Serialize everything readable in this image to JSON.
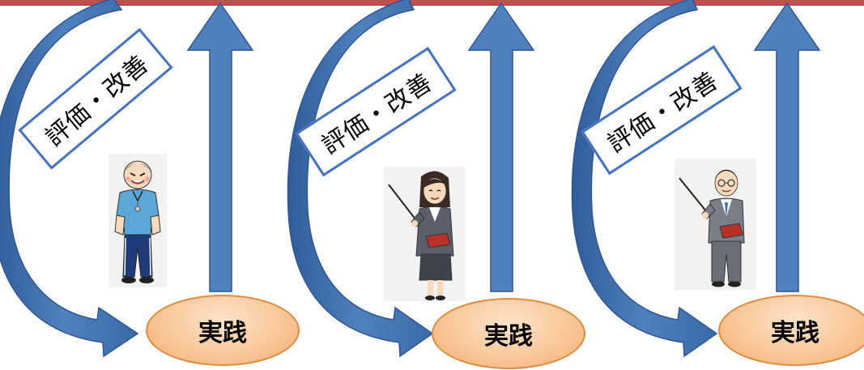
{
  "colors": {
    "arrow_fill": "#4f81bd",
    "arrow_stroke": "#2f5597",
    "label_border": "#4472c4",
    "oval_fill": "#f9c89a",
    "oval_stroke": "#e08a3c",
    "top_line": "#c0504d"
  },
  "panels": [
    {
      "label": "評価・改善",
      "oval_label": "実践",
      "figure": "pe-teacher-icon"
    },
    {
      "label": "評価・改善",
      "oval_label": "実践",
      "figure": "female-teacher-icon"
    },
    {
      "label": "評価・改善",
      "oval_label": "実践",
      "figure": "male-teacher-icon"
    }
  ]
}
